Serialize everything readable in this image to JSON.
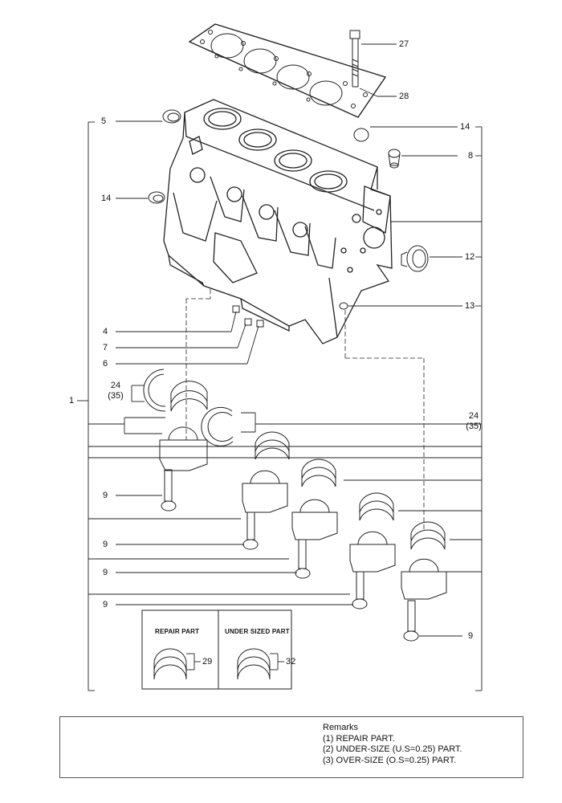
{
  "callouts": {
    "c27": "27",
    "c28": "28",
    "c5": "5",
    "c14a": "14",
    "c14b": "14",
    "c8": "8",
    "c12": "12",
    "c13": "13",
    "c4": "4",
    "c7": "7",
    "c6": "6",
    "c1": "1",
    "c24a": "24",
    "c24a_alt": "(35)",
    "c24b": "24",
    "c24b_alt": "(35)",
    "c9a": "9",
    "c9b": "9",
    "c9c": "9",
    "c9d": "9",
    "c9e": "9",
    "c29": "29",
    "c32": "32"
  },
  "inset": {
    "repair_title": "REPAIR PART",
    "undersized_title": "UNDER SIZED PART"
  },
  "remarks": {
    "title": "Remarks",
    "lines": [
      "(1) REPAIR PART.",
      "(2) UNDER-SIZE (U.S=0.25) PART.",
      "(3) OVER-SIZE (O.S=0.25) PART."
    ]
  }
}
